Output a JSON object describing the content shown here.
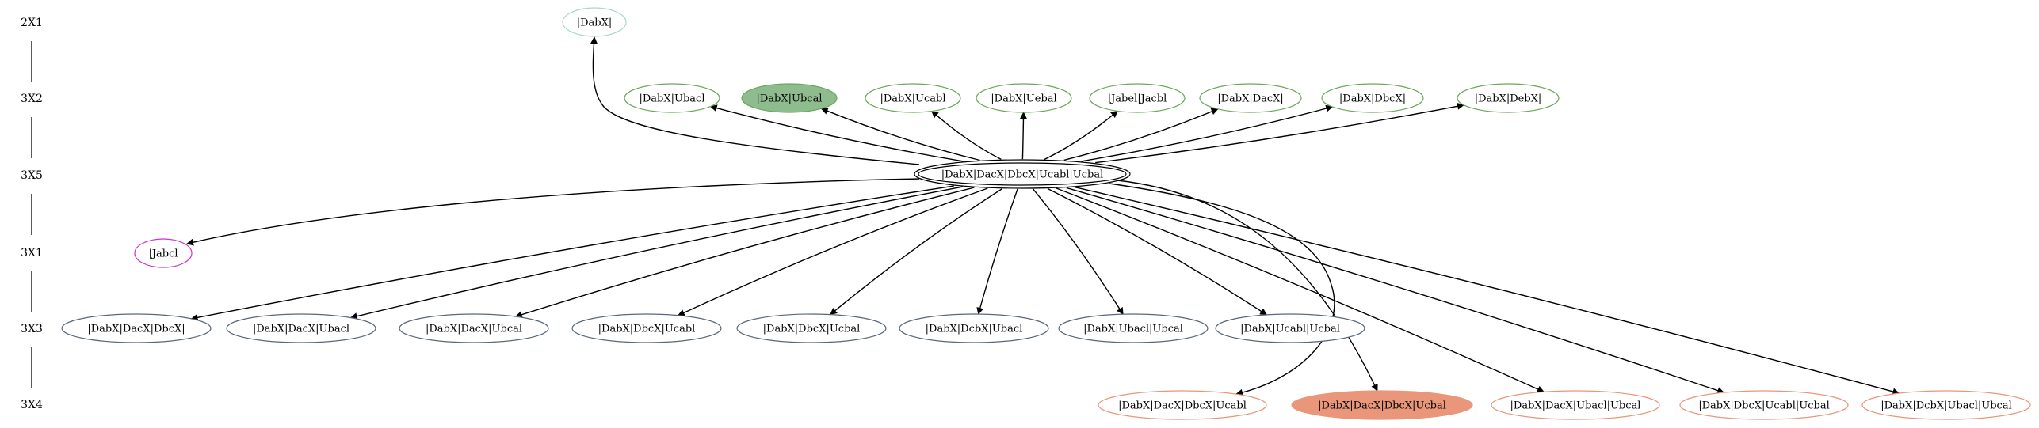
{
  "ranks": [
    {
      "id": "r0",
      "label": "2X1"
    },
    {
      "id": "r1",
      "label": "3X2"
    },
    {
      "id": "r2",
      "label": "3X5"
    },
    {
      "id": "r3",
      "label": "3X1"
    },
    {
      "id": "r4",
      "label": "3X3"
    },
    {
      "id": "r5",
      "label": "3X4"
    }
  ],
  "colors": {
    "teal": "#a8d4d0",
    "green": "#6aa85a",
    "green_fill": "#8fbc8f",
    "black": "#000000",
    "magenta": "#cc33cc",
    "slate": "#5a6878",
    "salmon": "#e9967a",
    "salmon_fill": "#e9967a"
  },
  "nodes": [
    {
      "id": "n_abx1",
      "label": "|DabX|",
      "rank": "r0",
      "color": "teal",
      "filled": false
    },
    {
      "id": "n_bacl",
      "label": "|DabX|Ubacl",
      "rank": "r1",
      "color": "green",
      "filled": false
    },
    {
      "id": "n_bcal",
      "label": "|DabX|Ubcal",
      "rank": "r1",
      "color": "green",
      "filled": true
    },
    {
      "id": "n_cabl",
      "label": "|DabX|Ucabl",
      "rank": "r1",
      "color": "green",
      "filled": false
    },
    {
      "id": "n_ebal",
      "label": "|DabX|Uebal",
      "rank": "r1",
      "color": "green",
      "filled": false
    },
    {
      "id": "n_abcl",
      "label": "|Jabel|Jacbl",
      "rank": "r1",
      "color": "green",
      "filled": false
    },
    {
      "id": "n_dacx",
      "label": "|DabX|DacX|",
      "rank": "r1",
      "color": "green",
      "filled": false
    },
    {
      "id": "n_dbcx",
      "label": "|DabX|DbcX|",
      "rank": "r1",
      "color": "green",
      "filled": false
    },
    {
      "id": "n_debx",
      "label": "|DabX|DebX|",
      "rank": "r1",
      "color": "green",
      "filled": false
    },
    {
      "id": "n_center",
      "label": "|DabX|DacX|DbcX|Ucabl|Ucbal",
      "rank": "r2",
      "color": "black",
      "filled": false,
      "double": true
    },
    {
      "id": "n_jabcl",
      "label": "|Jabcl",
      "rank": "r3",
      "color": "magenta",
      "filled": false
    },
    {
      "id": "n_s1",
      "label": "|DabX|DacX|DbcX|",
      "rank": "r4",
      "color": "slate",
      "filled": false
    },
    {
      "id": "n_s2",
      "label": "|DabX|DacX|Ubacl",
      "rank": "r4",
      "color": "slate",
      "filled": false
    },
    {
      "id": "n_s3",
      "label": "|DabX|DacX|Ubcal",
      "rank": "r4",
      "color": "slate",
      "filled": false
    },
    {
      "id": "n_s4",
      "label": "|DabX|DbcX|Ucabl",
      "rank": "r4",
      "color": "slate",
      "filled": false
    },
    {
      "id": "n_s5",
      "label": "|DabX|DbcX|Ucbal",
      "rank": "r4",
      "color": "slate",
      "filled": false
    },
    {
      "id": "n_s6",
      "label": "|DabX|DcbX|Ubacl",
      "rank": "r4",
      "color": "slate",
      "filled": false
    },
    {
      "id": "n_s7",
      "label": "|DabX|Ubacl|Ubcal",
      "rank": "r4",
      "color": "slate",
      "filled": false
    },
    {
      "id": "n_s8",
      "label": "|DabX|Ucabl|Ucbal",
      "rank": "r4",
      "color": "slate",
      "filled": false
    },
    {
      "id": "n_o1",
      "label": "|DabX|DacX|DbcX|Ucabl",
      "rank": "r5",
      "color": "salmon",
      "filled": false
    },
    {
      "id": "n_o2",
      "label": "|DabX|DacX|DbcX|Ucbal",
      "rank": "r5",
      "color": "salmon",
      "filled": true
    },
    {
      "id": "n_o3",
      "label": "|DabX|DacX|Ubacl|Ubcal",
      "rank": "r5",
      "color": "salmon",
      "filled": false
    },
    {
      "id": "n_o4",
      "label": "|DabX|DbcX|Ucabl|Ucbal",
      "rank": "r5",
      "color": "salmon",
      "filled": false
    },
    {
      "id": "n_o5",
      "label": "|DabX|DcbX|Ubacl|Ubcal",
      "rank": "r5",
      "color": "salmon",
      "filled": false
    }
  ],
  "edges": [
    {
      "from": "n_center",
      "to": "n_abx1"
    },
    {
      "from": "n_center",
      "to": "n_bacl"
    },
    {
      "from": "n_center",
      "to": "n_bcal"
    },
    {
      "from": "n_center",
      "to": "n_cabl"
    },
    {
      "from": "n_center",
      "to": "n_ebal"
    },
    {
      "from": "n_center",
      "to": "n_abcl"
    },
    {
      "from": "n_center",
      "to": "n_dacx"
    },
    {
      "from": "n_center",
      "to": "n_dbcx"
    },
    {
      "from": "n_center",
      "to": "n_debx"
    },
    {
      "from": "n_center",
      "to": "n_jabcl"
    },
    {
      "from": "n_center",
      "to": "n_s1"
    },
    {
      "from": "n_center",
      "to": "n_s2"
    },
    {
      "from": "n_center",
      "to": "n_s3"
    },
    {
      "from": "n_center",
      "to": "n_s4"
    },
    {
      "from": "n_center",
      "to": "n_s5"
    },
    {
      "from": "n_center",
      "to": "n_s6"
    },
    {
      "from": "n_center",
      "to": "n_s7"
    },
    {
      "from": "n_center",
      "to": "n_s8"
    },
    {
      "from": "n_center",
      "to": "n_o1"
    },
    {
      "from": "n_center",
      "to": "n_o2"
    },
    {
      "from": "n_center",
      "to": "n_o3"
    },
    {
      "from": "n_center",
      "to": "n_o4"
    },
    {
      "from": "n_center",
      "to": "n_o5"
    }
  ]
}
